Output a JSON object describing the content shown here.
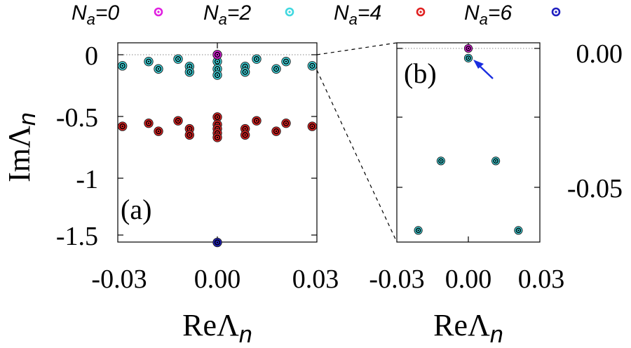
{
  "legend": [
    {
      "symbol": "N",
      "subscript": "a",
      "value": "=0",
      "color": "#e020e0"
    },
    {
      "symbol": "N",
      "subscript": "a",
      "value": "=2",
      "color": "#40d8e0"
    },
    {
      "symbol": "N",
      "subscript": "a",
      "value": "=4",
      "color": "#e02020"
    },
    {
      "symbol": "N",
      "subscript": "a",
      "value": "=6",
      "color": "#2020c0"
    }
  ],
  "panel_a": {
    "label": "(a)",
    "xticks": [
      "-0.03",
      "0.00",
      "0.03"
    ],
    "yticks": [
      "0",
      "-0.5",
      "-1",
      "-1.5"
    ],
    "xlabel": {
      "main": "ReΛ",
      "sub": "n"
    },
    "ylabel": {
      "main": "ImΛ",
      "sub": "n"
    }
  },
  "panel_b": {
    "label": "(b)",
    "xticks": [
      "-0.03",
      "0.00",
      "0.03"
    ],
    "yticks": [
      "0.00",
      "-0.05"
    ],
    "xlabel": {
      "main": "ReΛ",
      "sub": "n"
    }
  },
  "chart_data": [
    {
      "type": "scatter",
      "panel": "(a)",
      "xlim": [
        -0.03,
        0.03
      ],
      "ylim": [
        -1.6,
        0.02
      ],
      "xlabel": "ReΛn",
      "ylabel": "ImΛn",
      "grid": false,
      "reference_line": {
        "y": 0,
        "style": "dotted"
      },
      "series": [
        {
          "name": "Na=0",
          "color": "#e020e0",
          "x": [
            0.0
          ],
          "y": [
            0.0
          ]
        },
        {
          "name": "Na=2",
          "color": "#40d8e0",
          "x": [
            -0.029,
            -0.021,
            -0.018,
            -0.012,
            -0.0085,
            -0.0085,
            0.0,
            0.0,
            0.0,
            0.0,
            0.0085,
            0.0085,
            0.012,
            0.018,
            0.021,
            0.029
          ],
          "y": [
            -0.09,
            -0.055,
            -0.115,
            -0.035,
            -0.095,
            -0.14,
            0.0,
            -0.055,
            -0.115,
            -0.165,
            -0.095,
            -0.14,
            -0.035,
            -0.115,
            -0.055,
            -0.09
          ]
        },
        {
          "name": "Na=4",
          "color": "#e02020",
          "x": [
            -0.029,
            -0.021,
            -0.018,
            -0.012,
            -0.0085,
            -0.0085,
            0.0,
            0.0,
            0.0,
            0.0,
            0.0,
            0.0085,
            0.0085,
            0.012,
            0.018,
            0.021,
            0.029
          ],
          "y": [
            -0.58,
            -0.555,
            -0.62,
            -0.535,
            -0.6,
            -0.65,
            -0.505,
            -0.565,
            -0.6,
            -0.635,
            -0.67,
            -0.6,
            -0.65,
            -0.535,
            -0.62,
            -0.555,
            -0.58
          ]
        },
        {
          "name": "Na=6",
          "color": "#2020c0",
          "x": [
            0.0
          ],
          "y": [
            -1.52
          ]
        }
      ]
    },
    {
      "type": "scatter",
      "panel": "(b)",
      "xlim": [
        -0.03,
        0.03
      ],
      "ylim": [
        -0.072,
        0.002
      ],
      "xlabel": "ReΛn",
      "grid": false,
      "reference_line": {
        "y": 0,
        "style": "dotted"
      },
      "annotation": "arrow pointing at the point near the origin",
      "series": [
        {
          "name": "Na=0",
          "color": "#e020e0",
          "x": [
            0.0
          ],
          "y": [
            0.0
          ]
        },
        {
          "name": "Na=2",
          "color": "#40d8e0",
          "x": [
            0.0,
            -0.0115,
            0.0115,
            -0.021,
            0.021
          ],
          "y": [
            -0.0035,
            -0.0405,
            -0.0405,
            -0.0655,
            -0.0655
          ]
        }
      ]
    }
  ]
}
